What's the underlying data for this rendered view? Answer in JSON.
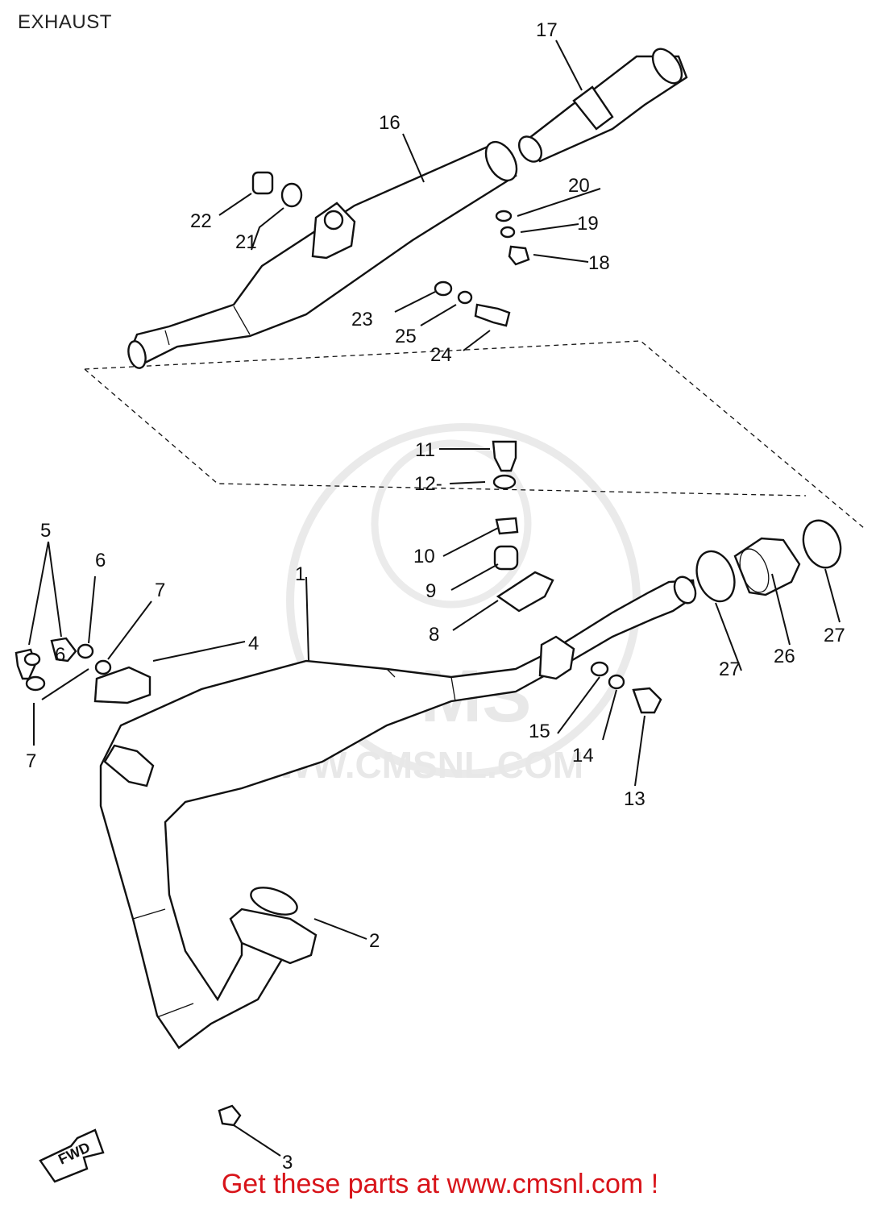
{
  "page": {
    "title": "EXHAUST"
  },
  "watermark": {
    "text": "WWW.CMSNL.COM",
    "logo_text": "CMS"
  },
  "fwd_label": "FWD",
  "footer": {
    "link_text": "Get these parts at www.cmsnl.com !"
  },
  "labels": {
    "p1": "1",
    "p2": "2",
    "p3": "3",
    "p4": "4",
    "p5": "5",
    "p6a": "6",
    "p6b": "6",
    "p7a": "7",
    "p7b": "7",
    "p8": "8",
    "p9": "9",
    "p10": "10",
    "p11": "11",
    "p12": "12-",
    "p13": "13",
    "p14": "14",
    "p15": "15",
    "p16": "16",
    "p17": "17",
    "p18": "18",
    "p19": "19",
    "p20": "20",
    "p21": "21",
    "p22": "22",
    "p23": "23",
    "p24": "24",
    "p25": "25",
    "p26": "26",
    "p27a": "27",
    "p27b": "27"
  }
}
